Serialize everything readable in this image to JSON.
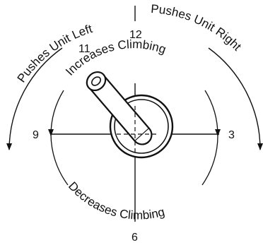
{
  "clock": {
    "n12": "12",
    "n11": "11",
    "n9": "9",
    "n3": "3",
    "n6": "6"
  },
  "labels": {
    "pushes_left": "Pushes Unit Left",
    "pushes_right": "Pushes Unit Right",
    "increases": "Increases Climbing",
    "decreases": "Decreases Climbing"
  },
  "colors": {
    "ink": "#111111",
    "background": "#ffffff"
  }
}
